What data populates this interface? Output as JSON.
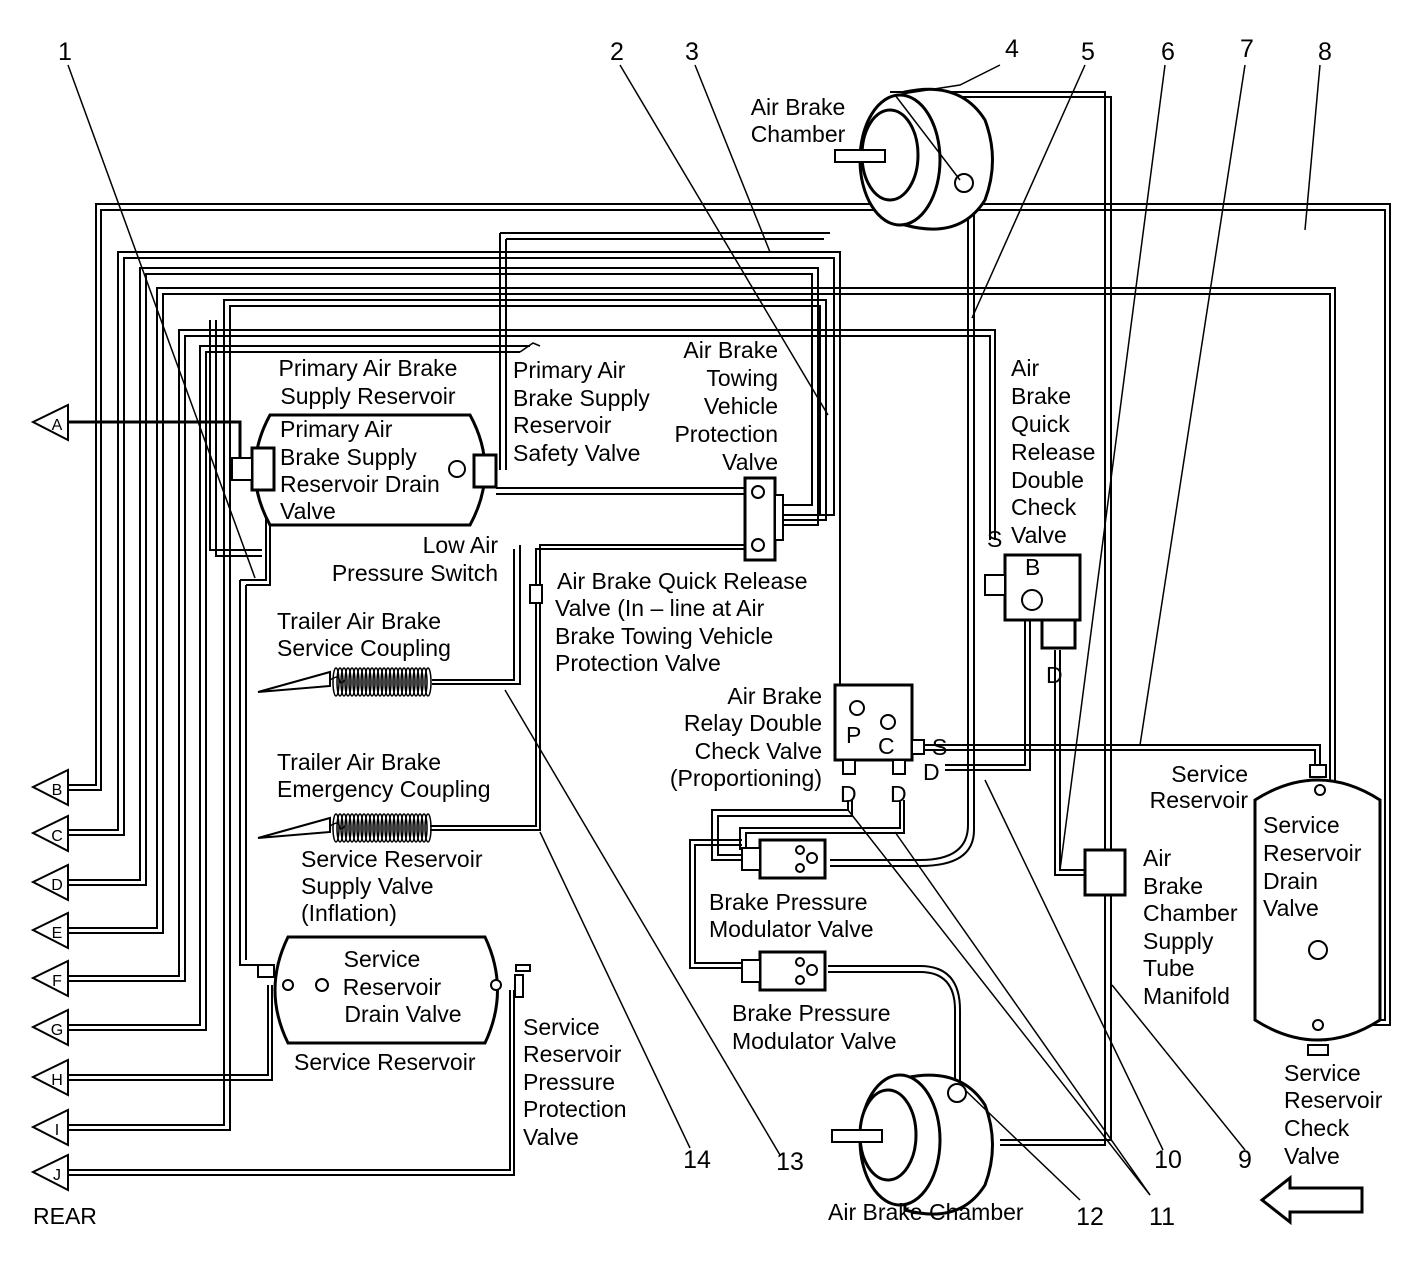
{
  "callouts": [
    "1",
    "2",
    "3",
    "4",
    "5",
    "6",
    "7",
    "8",
    "9",
    "10",
    "11",
    "12",
    "13",
    "14"
  ],
  "connectors": [
    "A",
    "B",
    "C",
    "D",
    "E",
    "F",
    "G",
    "H",
    "I",
    "J"
  ],
  "rear_label": "REAR",
  "labels": {
    "air_brake_chamber_top": [
      "Air Brake",
      "Chamber"
    ],
    "primary_reservoir_title": [
      "Primary Air Brake",
      "Supply Reservoir"
    ],
    "primary_drain_valve": [
      "Primary Air",
      "Brake Supply",
      "Reservoir Drain",
      "Valve"
    ],
    "primary_safety_valve": [
      "Primary Air",
      "Brake Supply",
      "Reservoir",
      "Safety Valve"
    ],
    "towing_protection_valve": [
      "Air Brake",
      "Towing",
      "Vehicle",
      "Protection",
      "Valve"
    ],
    "quick_release_double_check": [
      "Air",
      "Brake",
      "Quick",
      "Release",
      "Double",
      "Check",
      "Valve"
    ],
    "low_air_switch": [
      "Low Air",
      "Pressure Switch"
    ],
    "quick_release_valve": [
      "Air Brake Quick Release",
      "Valve (In – line at Air",
      "Brake Towing Vehicle",
      "Protection Valve"
    ],
    "trailer_service_coupling": [
      "Trailer Air Brake",
      "Service Coupling"
    ],
    "relay_double_check": [
      "Air Brake",
      "Relay Double",
      "Check Valve",
      "(Proportioning)"
    ],
    "trailer_emergency_coupling": [
      "Trailer Air Brake",
      "Emergency Coupling"
    ],
    "service_reservoir_right_title": [
      "Service",
      "Reservoir"
    ],
    "service_drain_right": [
      "Service",
      "Reservoir",
      "Drain",
      "Valve"
    ],
    "supply_valve_inflation": [
      "Service Reservoir",
      "Supply Valve",
      "(Inflation)"
    ],
    "modulator_1": [
      "Brake Pressure",
      "Modulator Valve"
    ],
    "manifold": [
      "Air",
      "Brake",
      "Chamber",
      "Supply",
      "Tube",
      "Manifold"
    ],
    "service_drain_left": [
      "Service",
      "Reservoir",
      "Drain Valve"
    ],
    "modulator_2": [
      "Brake Pressure",
      "Modulator Valve"
    ],
    "service_reservoir_left": "Service Reservoir",
    "pressure_protection": [
      "Service",
      "Reservoir",
      "Pressure",
      "Protection",
      "Valve"
    ],
    "check_valve": [
      "Service",
      "Reservoir",
      "Check",
      "Valve"
    ],
    "air_brake_chamber_bottom": "Air Brake Chamber"
  },
  "port_letters": {
    "s1": "S",
    "b": "B",
    "d1": "D",
    "p": "P",
    "c": "C",
    "s2": "S",
    "d2": "D",
    "d3": "D",
    "d4": "D"
  },
  "arrow_direction": "left"
}
